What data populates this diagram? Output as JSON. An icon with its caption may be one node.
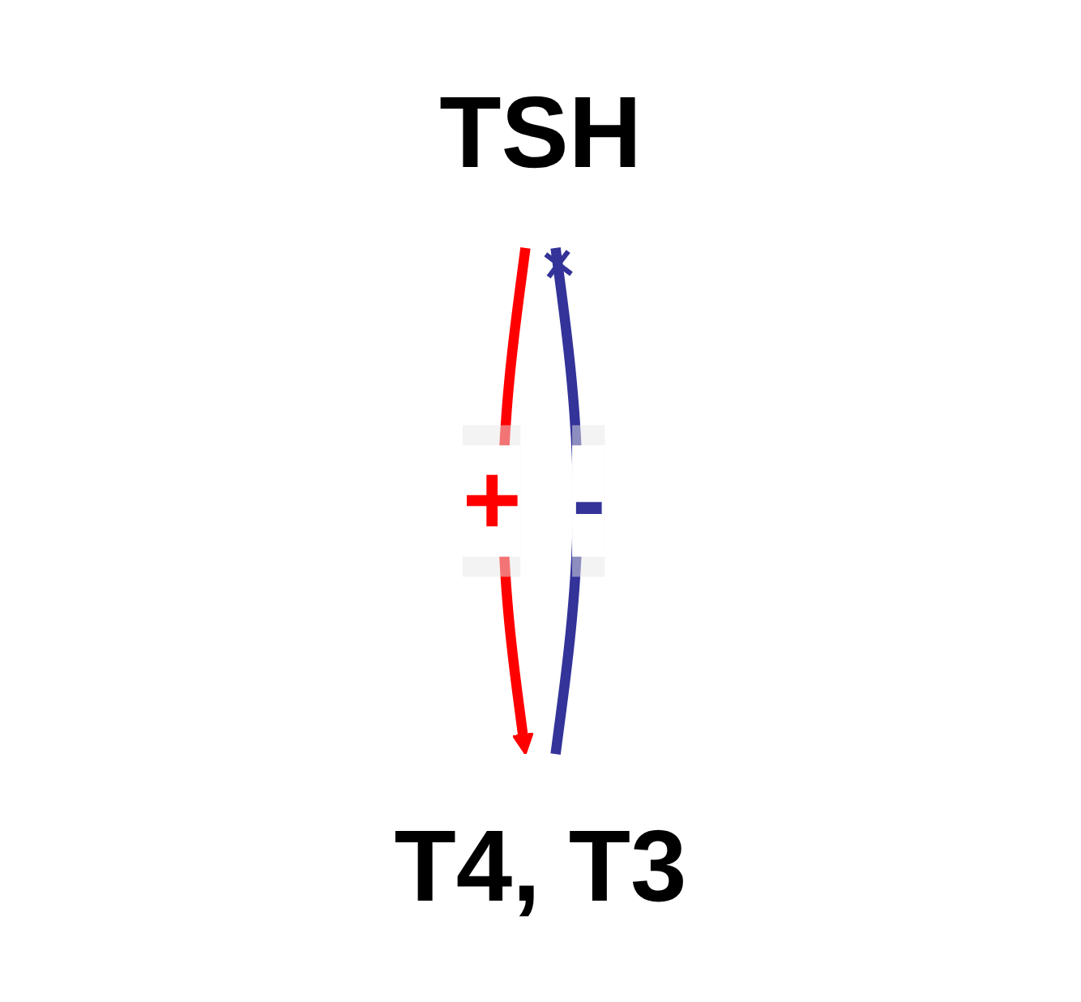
{
  "diagram": {
    "nodes": [
      {
        "text": [
          "TSH"
        ]
      },
      {
        "text": [
          "T4, T3"
        ]
      }
    ],
    "edges": [
      {
        "from": 0,
        "to": 1,
        "arrow": "to",
        "label": "+",
        "color": "#ff0000"
      },
      {
        "from": 1,
        "to": 0,
        "arrow": "other",
        "label": "-",
        "color": "#333399"
      }
    ]
  }
}
